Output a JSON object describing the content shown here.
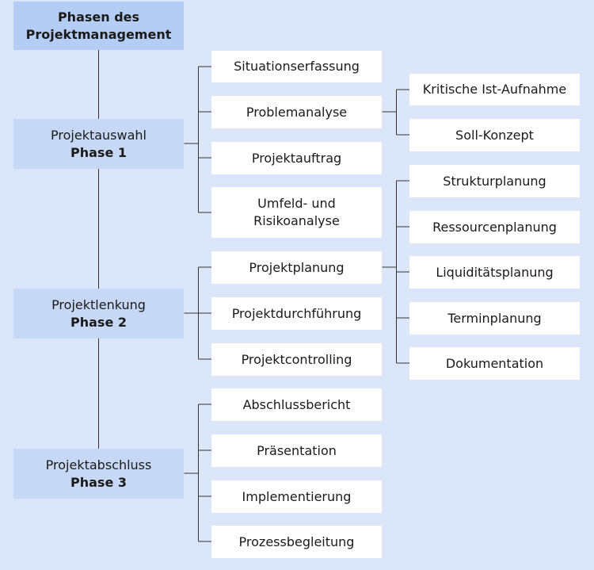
{
  "title": {
    "line1": "Phasen des",
    "line2": "Projektmanagement"
  },
  "phases": [
    {
      "name": "Projektauswahl",
      "number": "Phase 1",
      "items": [
        {
          "label": "Situationserfassung"
        },
        {
          "label": "Problemanalyse",
          "children": [
            "Kritische Ist-Aufnahme",
            "Soll-Konzept"
          ]
        },
        {
          "label": "Projektauftrag"
        },
        {
          "label": "Umfeld- und\nRisikoanalyse"
        }
      ]
    },
    {
      "name": "Projektlenkung",
      "number": "Phase 2",
      "items": [
        {
          "label": "Projektplanung",
          "children": [
            "Strukturplanung",
            "Ressourcenplanung",
            "Liquiditätsplanung",
            "Terminplanung",
            "Dokumentation"
          ]
        },
        {
          "label": "Projektdurchführung"
        },
        {
          "label": "Projektcontrolling"
        }
      ]
    },
    {
      "name": "Projektabschluss",
      "number": "Phase 3",
      "items": [
        {
          "label": "Abschlussbericht"
        },
        {
          "label": "Präsentation"
        },
        {
          "label": "Implementierung"
        },
        {
          "label": "Prozessbegleitung"
        }
      ]
    }
  ],
  "colors": {
    "background": "#dbe6f8",
    "title_fill": "#b4cdf4",
    "phase_fill": "#c6d8f5",
    "item_fill": "#ffffff",
    "line": "#333333"
  }
}
